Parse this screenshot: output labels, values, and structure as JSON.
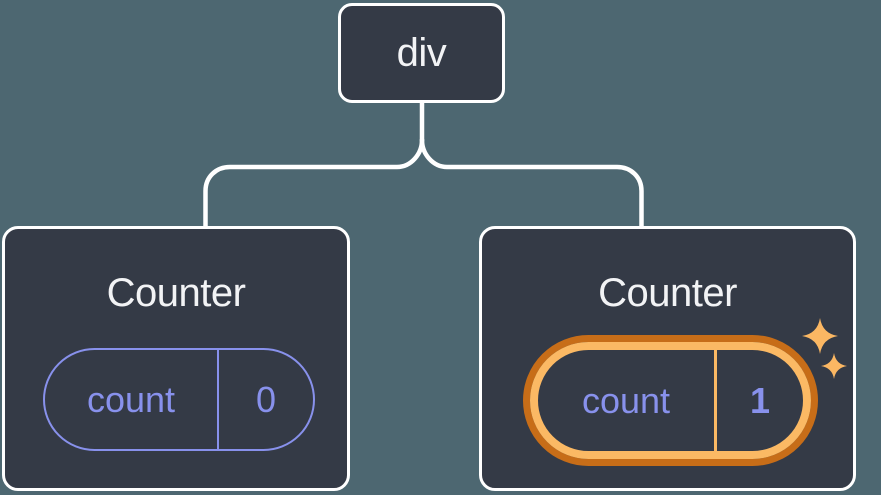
{
  "diagram": {
    "description": "Component tree with root div and two Counter children",
    "root": {
      "label": "div"
    },
    "children": [
      {
        "title": "Counter",
        "state": {
          "key": "count",
          "value": "0"
        },
        "highlighted": false
      },
      {
        "title": "Counter",
        "state": {
          "key": "count",
          "value": "1"
        },
        "highlighted": true
      }
    ]
  },
  "icons": {
    "sparkle": "sparkle-icon"
  },
  "colors": {
    "background": "#4d6771",
    "node_fill": "#343a46",
    "node_border": "#ffffff",
    "connector_line": "#ffffff",
    "title_text": "#f2f3f5",
    "state_accent": "#8891ec",
    "highlight_outer": "#c76d18",
    "highlight_inner": "#fbb964",
    "sparkle": "#fbb763"
  }
}
